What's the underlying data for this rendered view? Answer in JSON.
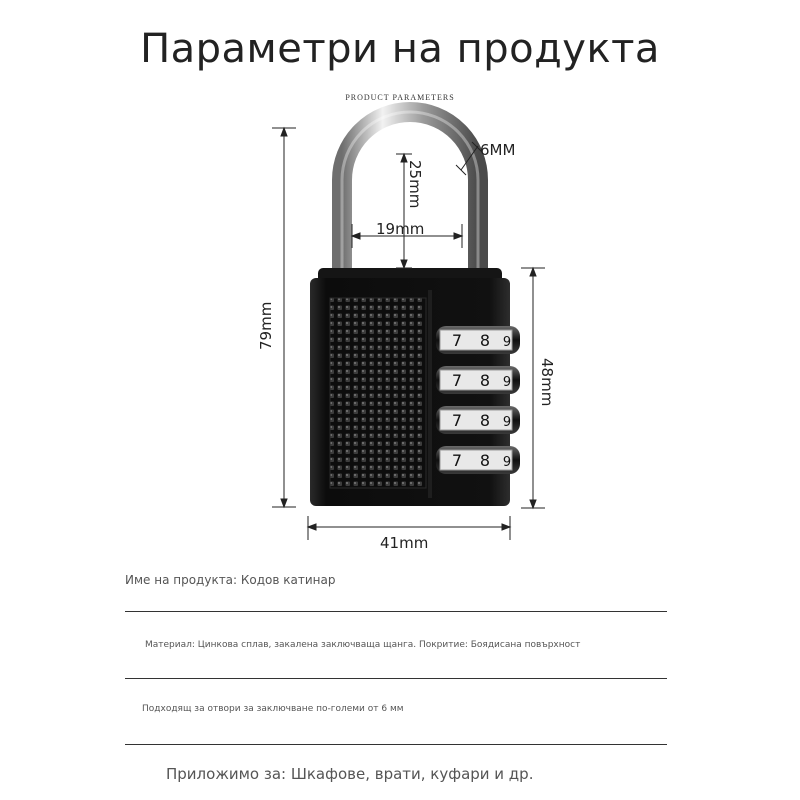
{
  "header": {
    "title": "Параметри на продукта",
    "subtitle": "PRODUCT PARAMETERS"
  },
  "diagram": {
    "shackle_thickness": "6MM",
    "shackle_height": "25mm",
    "shackle_width": "19mm",
    "total_height": "79mm",
    "body_height": "48mm",
    "body_width": "41mm",
    "dial_digits": [
      "7",
      "8",
      "9"
    ]
  },
  "specs": {
    "name": "Име на продукта: Кодов катинар",
    "material": "Материал: Цинкова сплав, закалена заключваща щанга. Покритие: Боядисана повърхност",
    "fit": "Подходящ за отвори за заключване по-големи от 6 мм",
    "usage": "Приложимо за: Шкафове, врати, куфари и др."
  }
}
